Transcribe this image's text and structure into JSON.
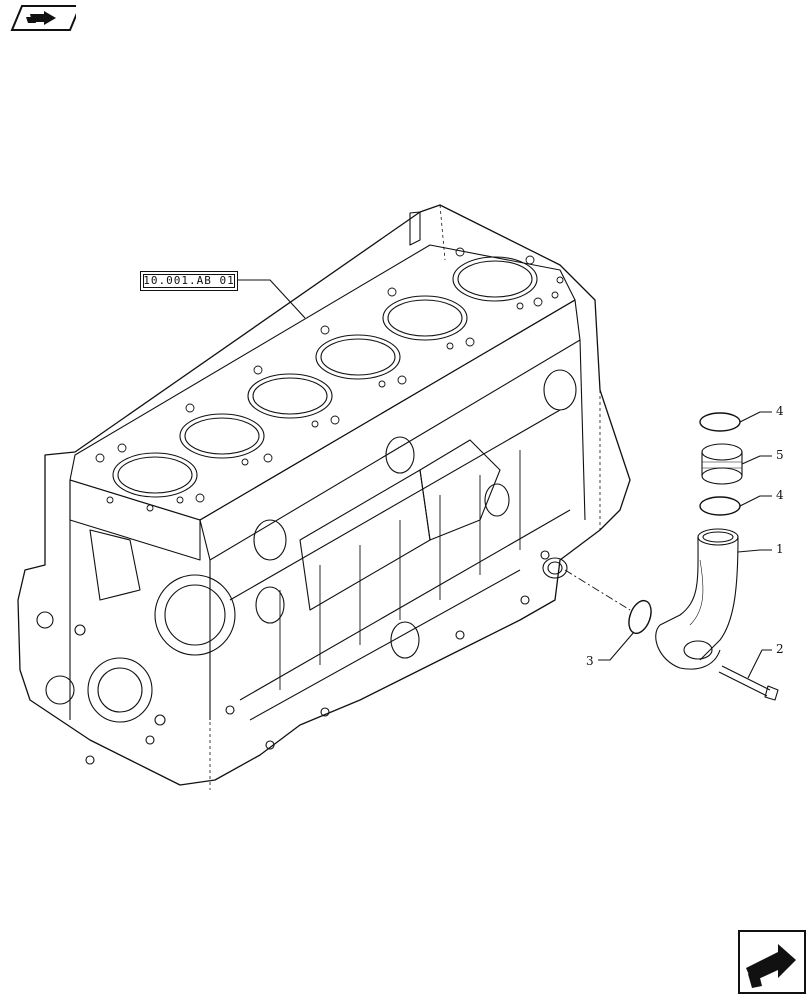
{
  "diagram": {
    "reference_label": "10.001.AB 01",
    "callouts": [
      "4",
      "5",
      "4",
      "1",
      "2",
      "3"
    ]
  },
  "icons": {
    "top_nav": "previous-page-arrow-icon",
    "bottom_nav": "next-page-arrow-icon"
  }
}
